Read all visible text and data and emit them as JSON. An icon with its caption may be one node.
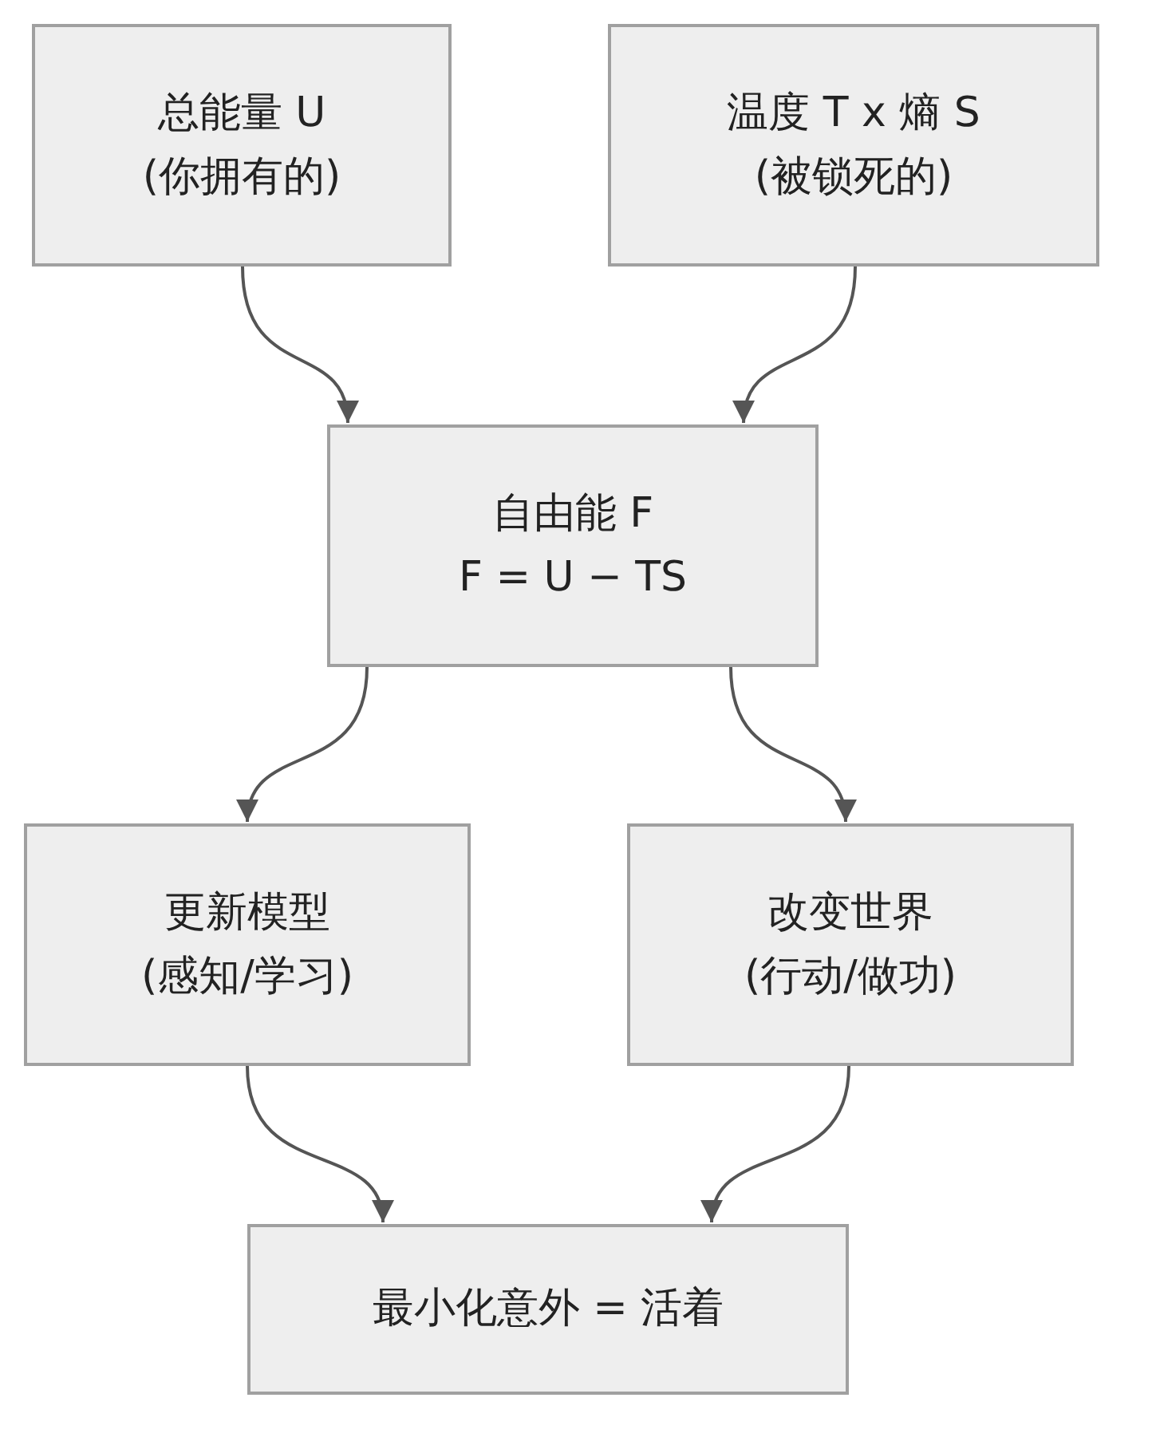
{
  "diagram": {
    "nodes": [
      {
        "text": [
          "总能量 U",
          "(你拥有的)"
        ]
      },
      {
        "text": [
          "温度 T x 熵 S",
          "(被锁死的)"
        ]
      },
      {
        "text": [
          "自由能 F",
          "F = U − TS"
        ]
      },
      {
        "text": [
          "更新模型",
          "(感知/学习)"
        ]
      },
      {
        "text": [
          "改变世界",
          "(行动/做功)"
        ]
      },
      {
        "text": [
          "最小化意外 = 活着"
        ]
      }
    ],
    "edges": [
      {
        "from": 0,
        "to": 2,
        "arrow": "to"
      },
      {
        "from": 1,
        "to": 2,
        "arrow": "to"
      },
      {
        "from": 2,
        "to": 3,
        "arrow": "to"
      },
      {
        "from": 2,
        "to": 4,
        "arrow": "to"
      },
      {
        "from": 3,
        "to": 5,
        "arrow": "to"
      },
      {
        "from": 4,
        "to": 5,
        "arrow": "to"
      }
    ]
  }
}
